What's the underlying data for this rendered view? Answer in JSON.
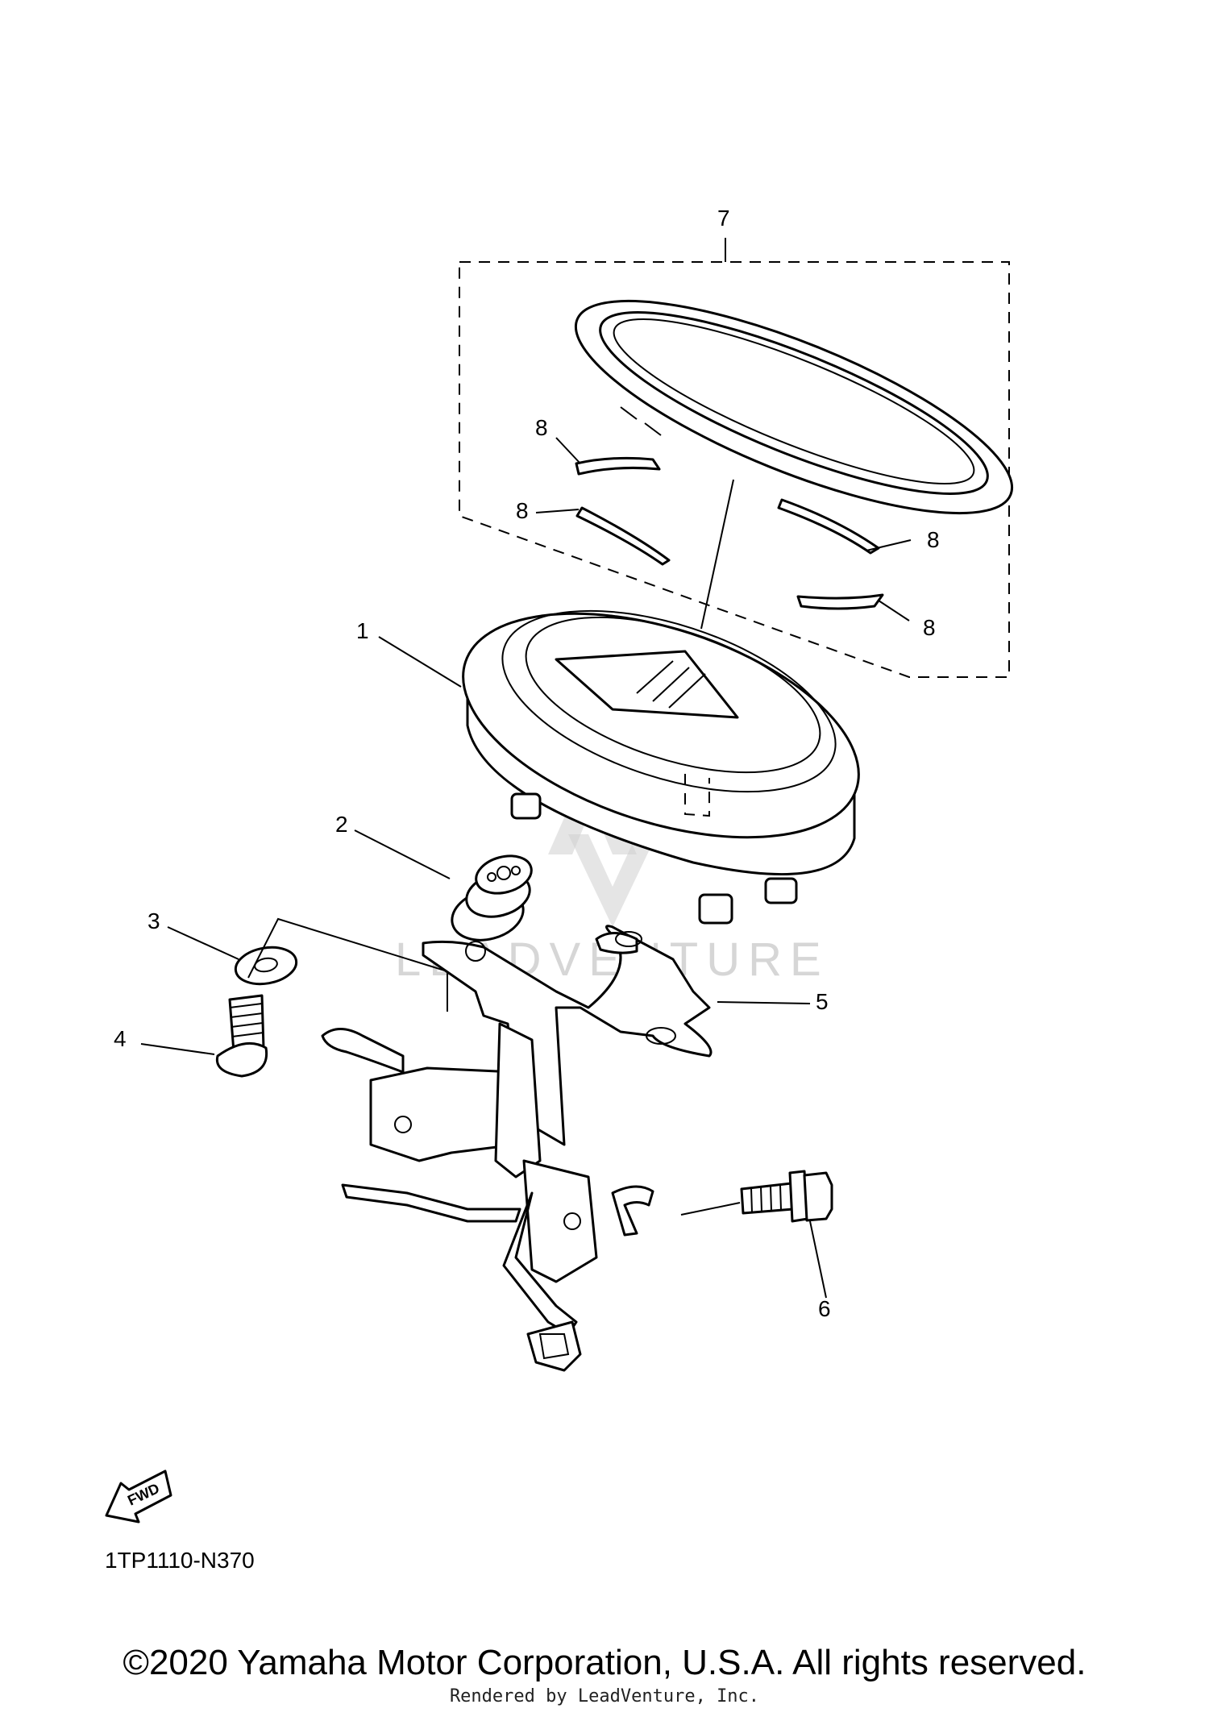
{
  "callouts": {
    "c1": "1",
    "c2": "2",
    "c3": "3",
    "c4": "4",
    "c5": "5",
    "c6": "6",
    "c7": "7",
    "c8a": "8",
    "c8b": "8",
    "c8c": "8",
    "c8d": "8"
  },
  "fwd_label": "FWD",
  "watermark_text": "LEADVENTURE",
  "diagram_code": "1TP1110-N370",
  "copyright": "©2020 Yamaha Motor Corporation, U.S.A. All rights reserved.",
  "rendered_by": "Rendered by LeadVenture, Inc."
}
